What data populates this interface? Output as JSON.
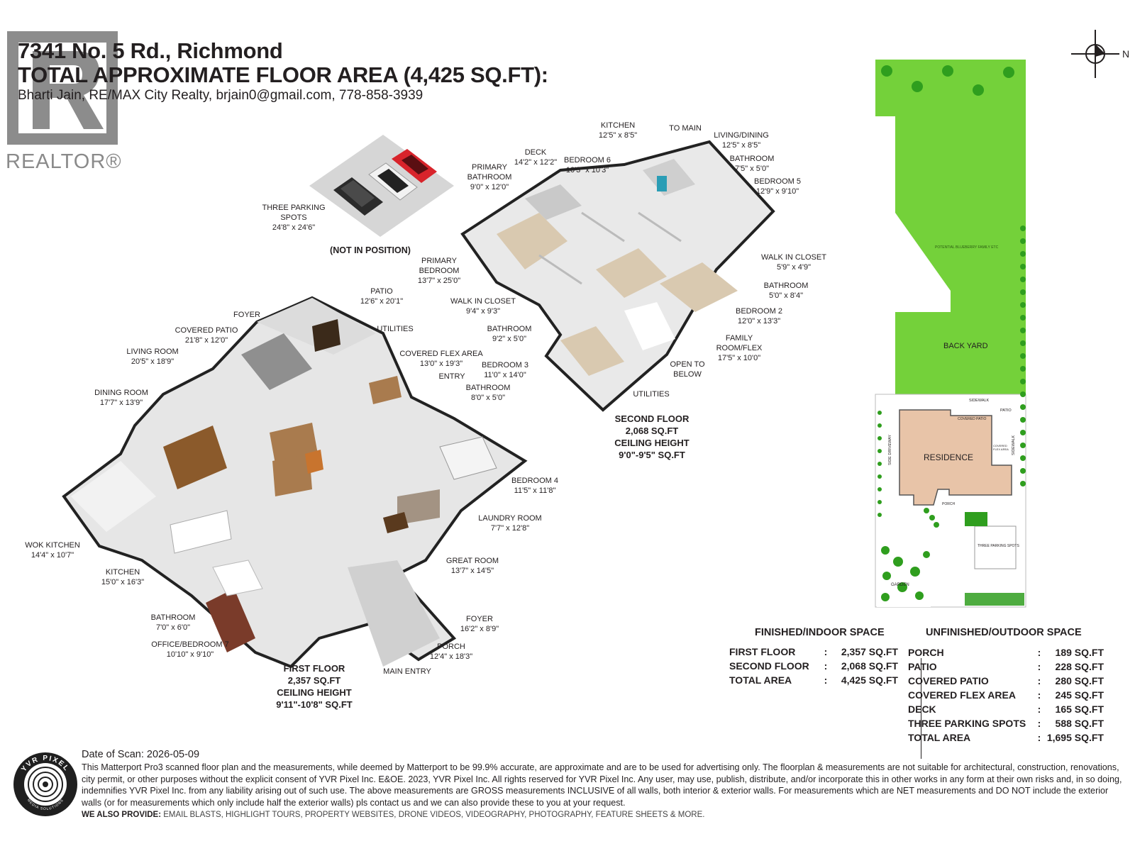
{
  "header": {
    "address": "7341 No. 5 Rd., Richmond",
    "total_area": "TOTAL APPROXIMATE FLOOR AREA (4,425 SQ.FT):",
    "agent": "Bharti Jain, RE/MAX City Realty, brjain0@gmail.com, 778-858-3939"
  },
  "realtor_logo": {
    "text": "REALTOR®",
    "icon": "realtor-r-logo"
  },
  "compass": {
    "label": "N",
    "icon": "north-compass-icon"
  },
  "parking": {
    "name": "THREE PARKING SPOTS",
    "dim": "24'8\" x 24'6\"",
    "note": "(NOT IN POSITION)"
  },
  "first_floor": {
    "rooms": [
      {
        "name": "PATIO",
        "dim": "12'6\" x 20'1\""
      },
      {
        "name": "FOYER",
        "dim": ""
      },
      {
        "name": "COVERED PATIO",
        "dim": "21'8\" x 12'0\""
      },
      {
        "name": "UTILITIES",
        "dim": ""
      },
      {
        "name": "LIVING ROOM",
        "dim": "20'5\" x 18'9\""
      },
      {
        "name": "COVERED FLEX AREA",
        "dim": "13'0\" x 19'3\""
      },
      {
        "name": "ENTRY",
        "dim": ""
      },
      {
        "name": "DINING ROOM",
        "dim": "17'7\" x 13'9\""
      },
      {
        "name": "BATHROOM",
        "dim": "8'0\" x 5'0\""
      },
      {
        "name": "BEDROOM 4",
        "dim": "11'5\" x 11'8\""
      },
      {
        "name": "LAUNDRY ROOM",
        "dim": "7'7\" x 12'8\""
      },
      {
        "name": "WOK KITCHEN",
        "dim": "14'4\" x 10'7\""
      },
      {
        "name": "GREAT ROOM",
        "dim": "13'7\" x 14'5\""
      },
      {
        "name": "KITCHEN",
        "dim": "15'0\" x 16'3\""
      },
      {
        "name": "BATHROOM",
        "dim": "7'0\" x 6'0\""
      },
      {
        "name": "FOYER",
        "dim": "16'2\" x 8'9\""
      },
      {
        "name": "OFFICE/BEDROOM 7",
        "dim": "10'10\" x 9'10\""
      },
      {
        "name": "PORCH",
        "dim": "12'4\" x 18'3\""
      },
      {
        "name": "MAIN ENTRY",
        "dim": ""
      }
    ],
    "summary": [
      "FIRST FLOOR",
      "2,357 SQ.FT",
      "CEILING HEIGHT",
      "9'11\"-10'8\" SQ.FT"
    ]
  },
  "second_floor": {
    "rooms": [
      {
        "name": "KITCHEN",
        "dim": "12'5\" x 8'5\""
      },
      {
        "name": "TO MAIN",
        "dim": ""
      },
      {
        "name": "LIVING/DINING",
        "dim": "12'5\" x 8'5\""
      },
      {
        "name": "DECK",
        "dim": "14'2\" x 12'2\""
      },
      {
        "name": "BEDROOM 6",
        "dim": "10'3\" x 10'3\""
      },
      {
        "name": "BATHROOM",
        "dim": "7'5\" x 5'0\""
      },
      {
        "name": "PRIMARY BATHROOM",
        "dim": "9'0\" x 12'0\""
      },
      {
        "name": "BEDROOM 5",
        "dim": "12'9\" x 9'10\""
      },
      {
        "name": "WALK IN CLOSET",
        "dim": "5'9\" x 4'9\""
      },
      {
        "name": "PRIMARY BEDROOM",
        "dim": "13'7\" x 25'0\""
      },
      {
        "name": "BATHROOM",
        "dim": "5'0\" x 8'4\""
      },
      {
        "name": "WALK IN CLOSET",
        "dim": "9'4\" x 9'3\""
      },
      {
        "name": "BEDROOM 2",
        "dim": "12'0\" x 13'3\""
      },
      {
        "name": "BATHROOM",
        "dim": "9'2\" x 5'0\""
      },
      {
        "name": "FAMILY ROOM/FLEX",
        "dim": "17'5\" x 10'0\""
      },
      {
        "name": "BEDROOM 3",
        "dim": "11'0\" x 14'0\""
      },
      {
        "name": "OPEN TO BELOW",
        "dim": ""
      },
      {
        "name": "UTILITIES",
        "dim": ""
      }
    ],
    "summary": [
      "SECOND FLOOR",
      "2,068 SQ.FT",
      "CEILING HEIGHT",
      "9'0\"-9'5\" SQ.FT"
    ]
  },
  "site_plan": {
    "labels": [
      "POTENTIAL BLUEBERRY FAMILY ETC",
      "BACK YARD",
      "SIDEWALK",
      "PATIO",
      "COVERED PATIO",
      "COVERED FLEX AREA",
      "SIDEWALK",
      "RESIDENCE",
      "SIDE DRIVEWAY",
      "PORCH",
      "THREE PARKING SPOTS",
      "GARDEN"
    ],
    "colors": {
      "lawn": "#74d13a",
      "residence": "#e8c4a8",
      "tree": "#2f9e1e"
    }
  },
  "finished": {
    "heading": "FINISHED/INDOOR SPACE",
    "rows": [
      {
        "label": "FIRST FLOOR",
        "sep": ":",
        "value": "2,357 SQ.FT"
      },
      {
        "label": "SECOND FLOOR",
        "sep": ":",
        "value": "2,068 SQ.FT"
      },
      {
        "label": "TOTAL AREA",
        "sep": ":",
        "value": "4,425 SQ.FT"
      }
    ]
  },
  "unfinished": {
    "heading": "UNFINISHED/OUTDOOR SPACE",
    "rows": [
      {
        "label": "PORCH",
        "sep": ":",
        "value": "189 SQ.FT"
      },
      {
        "label": "PATIO",
        "sep": ":",
        "value": "228 SQ.FT"
      },
      {
        "label": "COVERED PATIO",
        "sep": ":",
        "value": "280 SQ.FT"
      },
      {
        "label": "COVERED FLEX AREA",
        "sep": ":",
        "value": "245 SQ.FT"
      },
      {
        "label": "DECK",
        "sep": ":",
        "value": "165 SQ.FT"
      },
      {
        "label": "THREE PARKING SPOTS",
        "sep": ":",
        "value": "588 SQ.FT"
      },
      {
        "label": "TOTAL AREA",
        "sep": ":",
        "value": "1,695 SQ.FT"
      }
    ]
  },
  "footer": {
    "logo_text": "YVR PIXEL",
    "logo_sub": "MEDIA SOLUTIONS",
    "scan_date": "Date of Scan: 2026-05-09",
    "disclaimer": "This Matterport Pro3 scanned floor plan and the measurements, while deemed by Matterport to be 99.9% accurate, are approximate and are to be used for advertising only. The floorplan & measurements are not suitable for architectural, construction, renovations, city permit, or other purposes without the explicit consent of YVR Pixel Inc. E&OE. 2023, YVR Pixel Inc. All rights reserved for YVR Pixel Inc. Any user, may use, publish, distribute, and/or incorporate this in other works in any form at their own risks and, in so doing, indemnifies YVR Pixel Inc. from any liability arising out of such use. The above measurements are GROSS measurements INCLUSIVE of all walls, both interior & exterior walls. For measurements which are NET measurements and DO NOT include the exterior walls (or for measurements which only include half the exterior walls) pls contact us and we can also provide these to you at your request.",
    "also_label": "WE ALSO PROVIDE:",
    "also_items": "EMAIL BLASTS, HIGHLIGHT TOURS, PROPERTY WEBSITES, DRONE VIDEOS, VIDEOGRAPHY, PHOTOGRAPHY, FEATURE SHEETS & MORE."
  }
}
